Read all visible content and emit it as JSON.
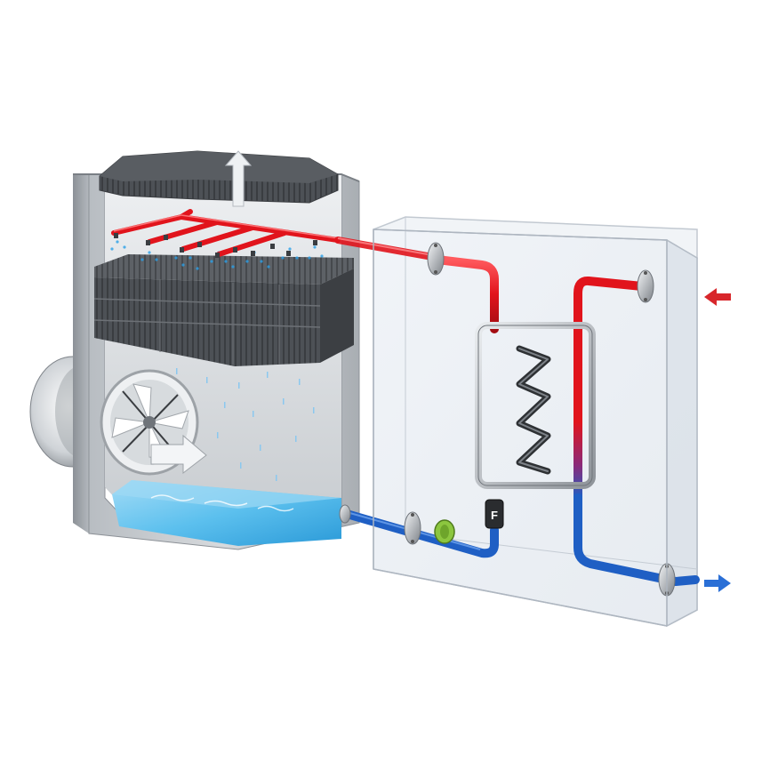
{
  "diagram": {
    "components": {
      "tower": "cooling-tower",
      "fan": "axial-fan",
      "fill_media": "fill-media-block",
      "drift_eliminator": "drift-eliminator",
      "spray_header": "spray-nozzle-header",
      "basin": "water-basin",
      "heat_exchanger_box": "transparent-heat-exchanger-enclosure",
      "heat_exchanger": "plate-coil-heat-exchanger",
      "filter": "inline-filter",
      "valve": "inline-valve"
    },
    "filter_label": "F",
    "colors": {
      "hot_water": "#e1141c",
      "cold_water": "#1f5fc4",
      "spray": "#2aa0e8",
      "basin_water": "#4fb8ea",
      "steel": "#9aa1a8",
      "fill_media": "#4a4d52",
      "valve": "#8cc63f",
      "arrow_in": "#d8262b",
      "arrow_out": "#2a6fd6",
      "exhaust_arrow": "#e8ecef"
    },
    "flows": {
      "exhaust": "up-arrow-icon",
      "hot_inlet": "arrow-left-icon",
      "cold_outlet": "arrow-right-icon"
    }
  }
}
